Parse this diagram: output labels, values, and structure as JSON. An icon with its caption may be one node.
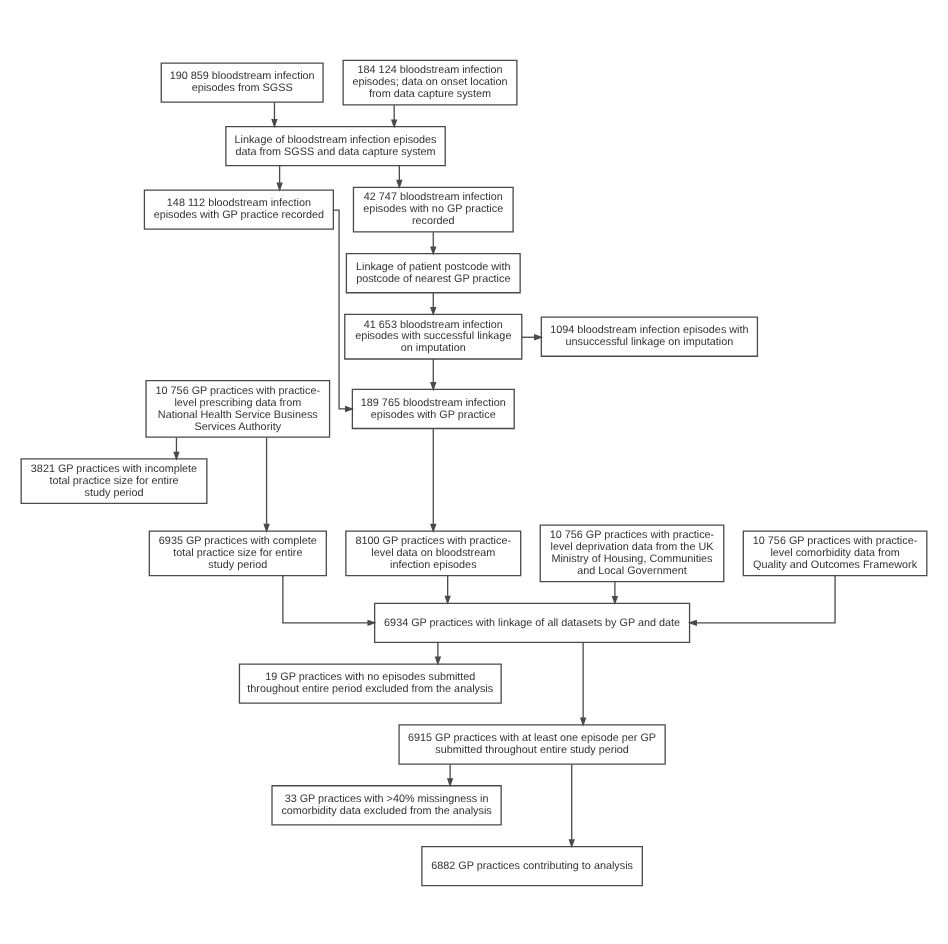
{
  "diagram": {
    "nodes": [
      {
        "text": [
          "190 859 bloodstream infection episodes from SGSS"
        ]
      },
      {
        "text": [
          "184 124 bloodstream infection episodes; data on onset location from data capture system"
        ]
      },
      {
        "text": [
          "Linkage of bloodstream infection episodes data from SGSS and data capture system"
        ]
      },
      {
        "text": [
          "148 112 bloodstream infection episodes with GP practice recorded"
        ]
      },
      {
        "text": [
          "42 747 bloodstream infection episodes with no GP practice recorded"
        ]
      },
      {
        "text": [
          "Linkage of patient postcode with postcode of nearest GP practice"
        ]
      },
      {
        "text": [
          "41 653 bloodstream infection episodes with successful linkage on imputation"
        ]
      },
      {
        "text": [
          "1094 bloodstream infection episodes with unsuccessful linkage on imputation"
        ]
      },
      {
        "text": [
          "10 756 GP practices with practice-level prescribing data from National Health Service Business Services Authority"
        ]
      },
      {
        "text": [
          "189 765 bloodstream infection episodes with GP practice"
        ]
      },
      {
        "text": [
          "3821 GP practices with incomplete total practice size for entire study period"
        ]
      },
      {
        "text": [
          "6935 GP practices with complete total practice size for entire study period"
        ]
      },
      {
        "text": [
          "8100 GP practices with practice-level data on bloodstream infection episodes"
        ]
      },
      {
        "text": [
          "10 756 GP practices with practice-level deprivation data from the UK Ministry of Housing, Communities and Local Government"
        ]
      },
      {
        "text": [
          "10 756 GP practices with practice-level comorbidity data from Quality and Outcomes Framework"
        ]
      },
      {
        "text": [
          "6934 GP practices with linkage of all datasets by GP and date"
        ]
      },
      {
        "text": [
          "19 GP practices with no episodes submitted throughout entire period excluded from the analysis"
        ]
      },
      {
        "text": [
          "6915 GP practices with at least one episode per GP submitted throughout entire study period"
        ]
      },
      {
        "text": [
          "33 GP practices with >40% missingness in comorbidity data excluded from the analysis"
        ]
      },
      {
        "text": [
          "6882 GP practices contributing to analysis"
        ]
      }
    ],
    "edges": [
      {
        "from": 0,
        "to": 2,
        "arrow": "to"
      },
      {
        "from": 1,
        "to": 2,
        "arrow": "to"
      },
      {
        "from": 2,
        "to": 3,
        "arrow": "to"
      },
      {
        "from": 2,
        "to": 4,
        "arrow": "to"
      },
      {
        "from": 4,
        "to": 5,
        "arrow": "to"
      },
      {
        "from": 5,
        "to": 6,
        "arrow": "to"
      },
      {
        "from": 6,
        "to": 7,
        "arrow": "to"
      },
      {
        "from": 6,
        "to": 9,
        "arrow": "to"
      },
      {
        "from": 3,
        "to": 9,
        "arrow": "to"
      },
      {
        "from": 8,
        "to": 10,
        "arrow": "to"
      },
      {
        "from": 8,
        "to": 11,
        "arrow": "to"
      },
      {
        "from": 9,
        "to": 12,
        "arrow": "to"
      },
      {
        "from": 11,
        "to": 15,
        "arrow": "to"
      },
      {
        "from": 12,
        "to": 15,
        "arrow": "to"
      },
      {
        "from": 13,
        "to": 15,
        "arrow": "to"
      },
      {
        "from": 14,
        "to": 15,
        "arrow": "to"
      },
      {
        "from": 15,
        "to": 16,
        "arrow": "to"
      },
      {
        "from": 15,
        "to": 17,
        "arrow": "to"
      },
      {
        "from": 17,
        "to": 18,
        "arrow": "to"
      },
      {
        "from": 17,
        "to": 19,
        "arrow": "to"
      }
    ]
  }
}
